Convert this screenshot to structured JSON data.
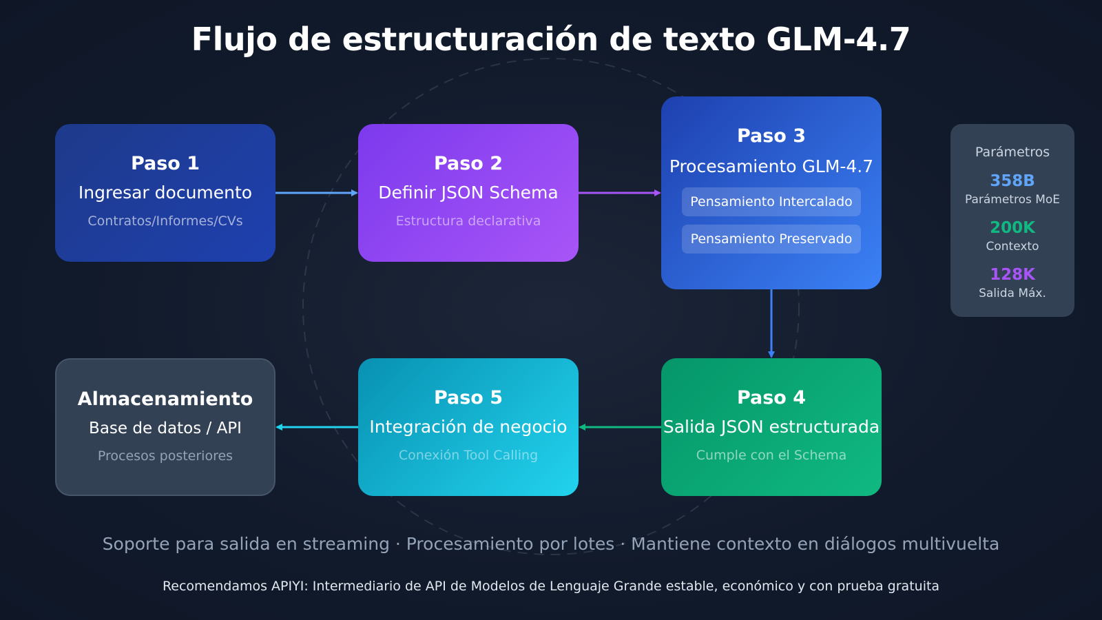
{
  "title": "Flujo de estructuración de texto GLM-4.7",
  "steps": {
    "step1": {
      "heading": "Paso 1",
      "subtitle": "Ingresar documento",
      "note": "Contratos/Informes/CVs"
    },
    "step2": {
      "heading": "Paso 2",
      "subtitle": "Definir JSON Schema",
      "note": "Estructura declarativa"
    },
    "step3": {
      "heading": "Paso 3",
      "subtitle": "Procesamiento GLM-4.7",
      "chips": [
        "Pensamiento Intercalado",
        "Pensamiento Preservado"
      ]
    },
    "step4": {
      "heading": "Paso 4",
      "subtitle": "Salida JSON estructurada",
      "note": "Cumple con el Schema"
    },
    "step5": {
      "heading": "Paso 5",
      "subtitle": "Integración de negocio",
      "note": "Conexión Tool Calling"
    },
    "storage": {
      "heading": "Almacenamiento",
      "subtitle": "Base de datos / API",
      "note": "Procesos posteriores"
    }
  },
  "params": {
    "title": "Parámetros",
    "items": [
      {
        "value": "358B",
        "label": "Parámetros MoE",
        "color": "#60a5fa"
      },
      {
        "value": "200K",
        "label": "Contexto",
        "color": "#10b981"
      },
      {
        "value": "128K",
        "label": "Salida Máx.",
        "color": "#a855f7"
      }
    ]
  },
  "footer": {
    "features": "Soporte para salida en streaming · Procesamiento por lotes · Mantiene contexto en diálogos multivuelta",
    "recommendation": "Recomendamos APIYI: Intermediario de API de Modelos de Lenguaje Grande estable, económico y con prueba gratuita"
  },
  "colors": {
    "arrow_1_2": "#60a5fa",
    "arrow_2_3": "#a855f7",
    "arrow_3_4": "#3b82f6",
    "arrow_4_5": "#10b981",
    "arrow_5_storage": "#22d3ee"
  }
}
